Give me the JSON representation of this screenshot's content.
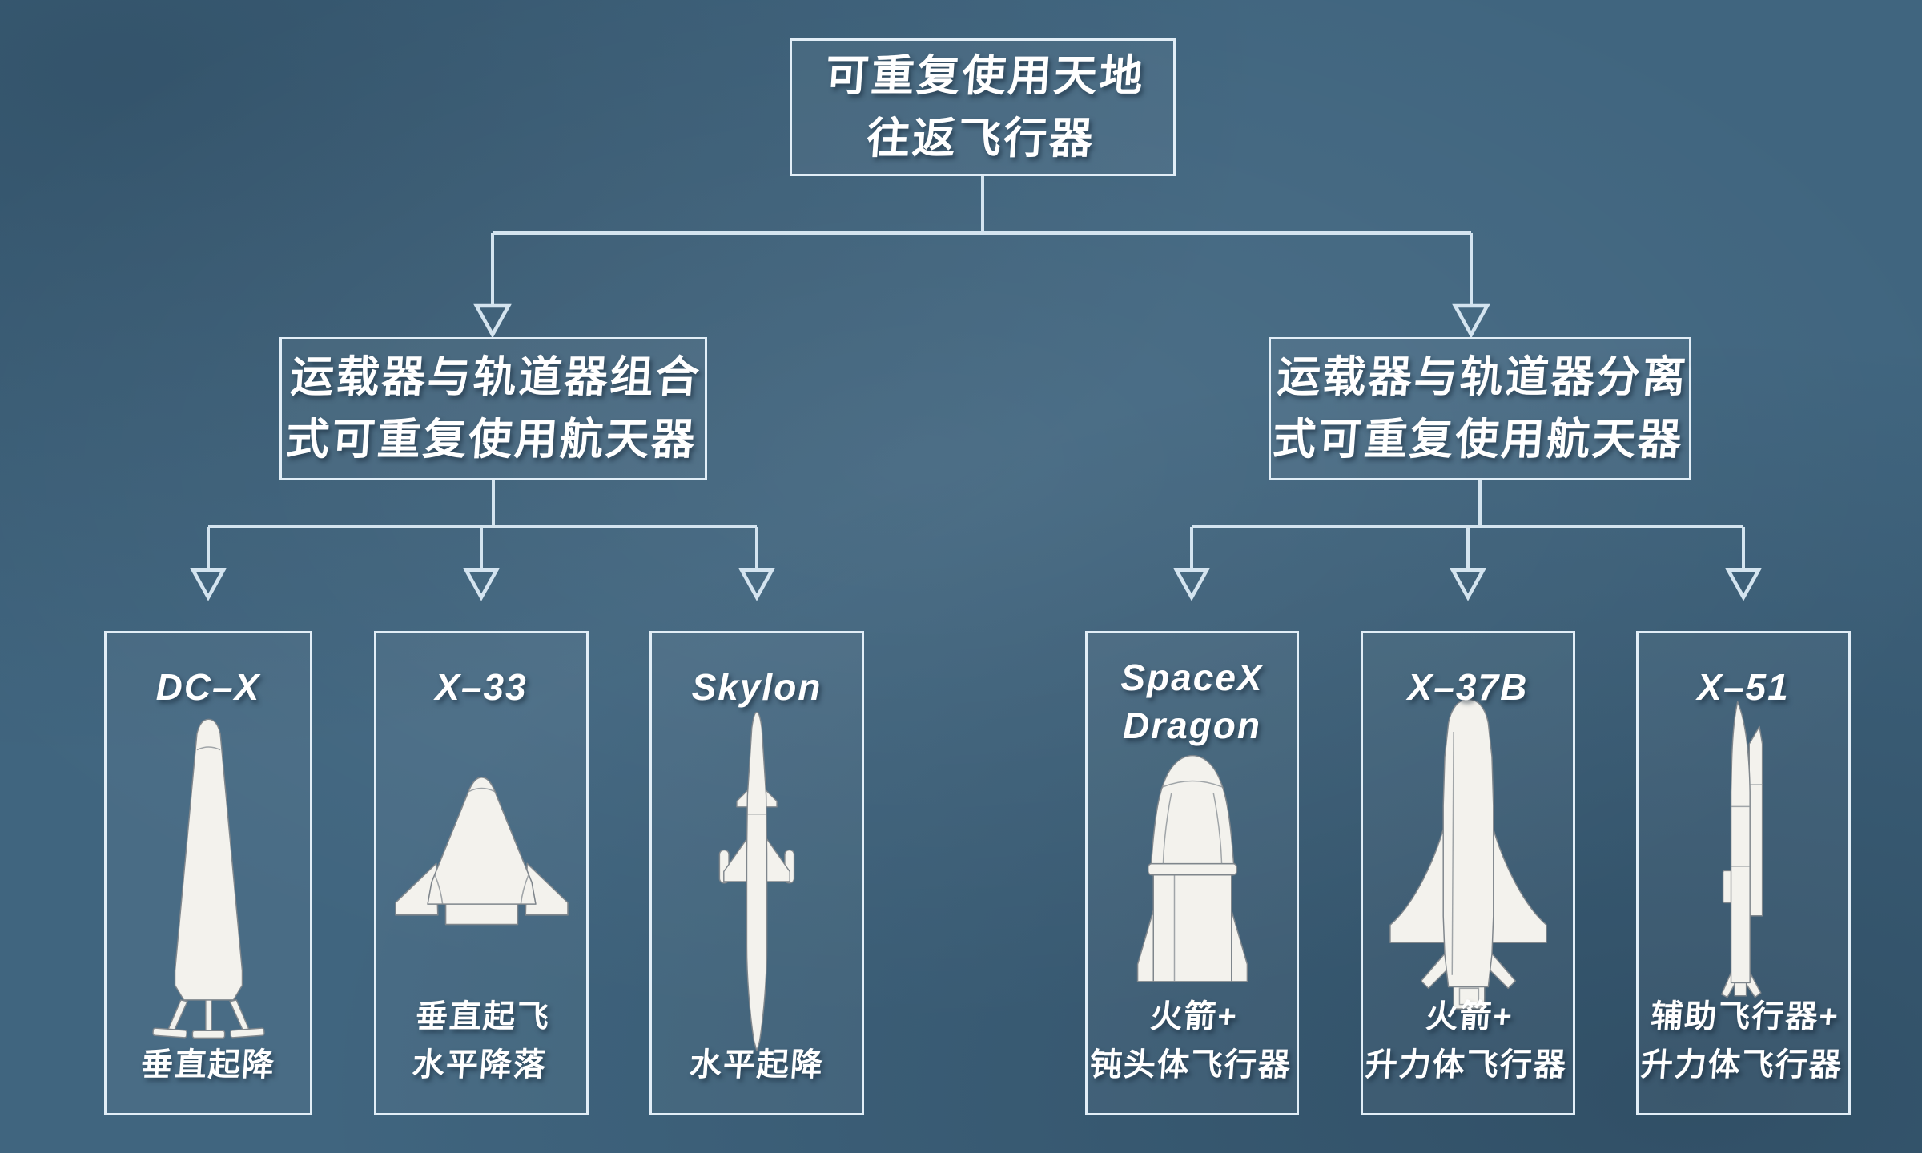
{
  "colors": {
    "background": "#40657f",
    "line": "#dcebf5",
    "box_border": "#e2eef7",
    "text": "#ffffff",
    "vehicle_fill": "#f3f2ed",
    "vehicle_outline": "#7f868c"
  },
  "root": {
    "line1": "可重复使用天地",
    "line2": "往返飞行器"
  },
  "branches": {
    "left": {
      "line1": "运载器与轨道器组合",
      "line2": "式可重复使用航天器"
    },
    "right": {
      "line1": "运载器与轨道器分离",
      "line2": "式可重复使用航天器"
    }
  },
  "leaves": [
    {
      "title_line1": "DC–X",
      "title_line2": "",
      "caption_line1": "垂直起降",
      "caption_line2": "",
      "icon": "dcx-rocket-icon"
    },
    {
      "title_line1": "X–33",
      "title_line2": "",
      "caption_line1": "垂直起飞",
      "caption_line2": "水平降落",
      "icon": "x33-lifting-body-icon"
    },
    {
      "title_line1": "Skylon",
      "title_line2": "",
      "caption_line1": "水平起降",
      "caption_line2": "",
      "icon": "skylon-spaceplane-icon"
    },
    {
      "title_line1": "SpaceX",
      "title_line2": "Dragon",
      "caption_line1": "火箭+",
      "caption_line2": "钝头体飞行器",
      "icon": "dragon-capsule-icon"
    },
    {
      "title_line1": "X–37B",
      "title_line2": "",
      "caption_line1": "火箭+",
      "caption_line2": "升力体飞行器",
      "icon": "x37b-spaceplane-icon"
    },
    {
      "title_line1": "X–51",
      "title_line2": "",
      "caption_line1": "辅助飞行器+",
      "caption_line2": "升力体飞行器",
      "icon": "x51-waverider-icon"
    }
  ]
}
